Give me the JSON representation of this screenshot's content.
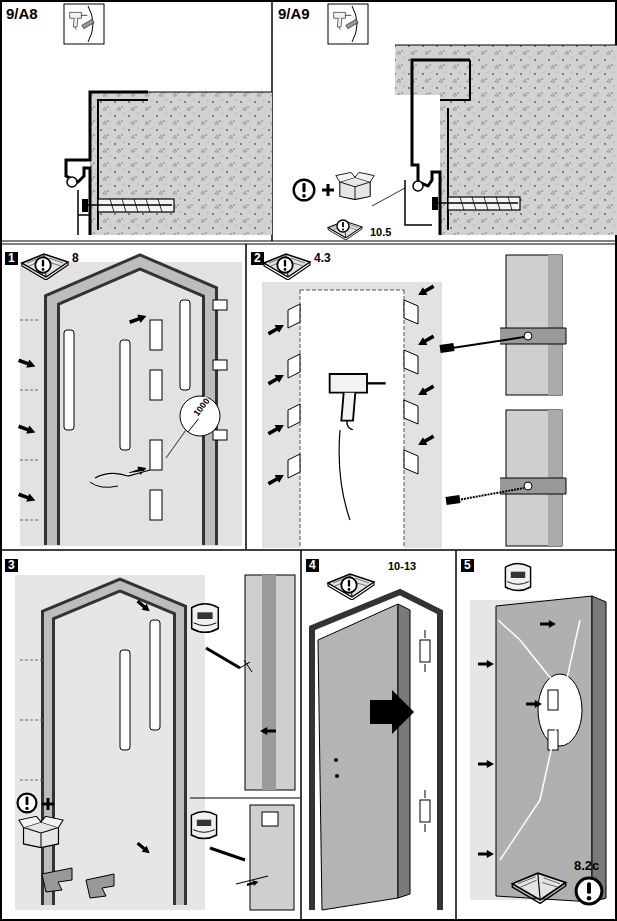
{
  "diagram": {
    "labels": [
      "9/A8",
      "9/A9",
      "10.5",
      "1",
      "8",
      "1000",
      "2",
      "4.3",
      "3",
      "4",
      "10-13",
      "5",
      "8.2c"
    ]
  }
}
